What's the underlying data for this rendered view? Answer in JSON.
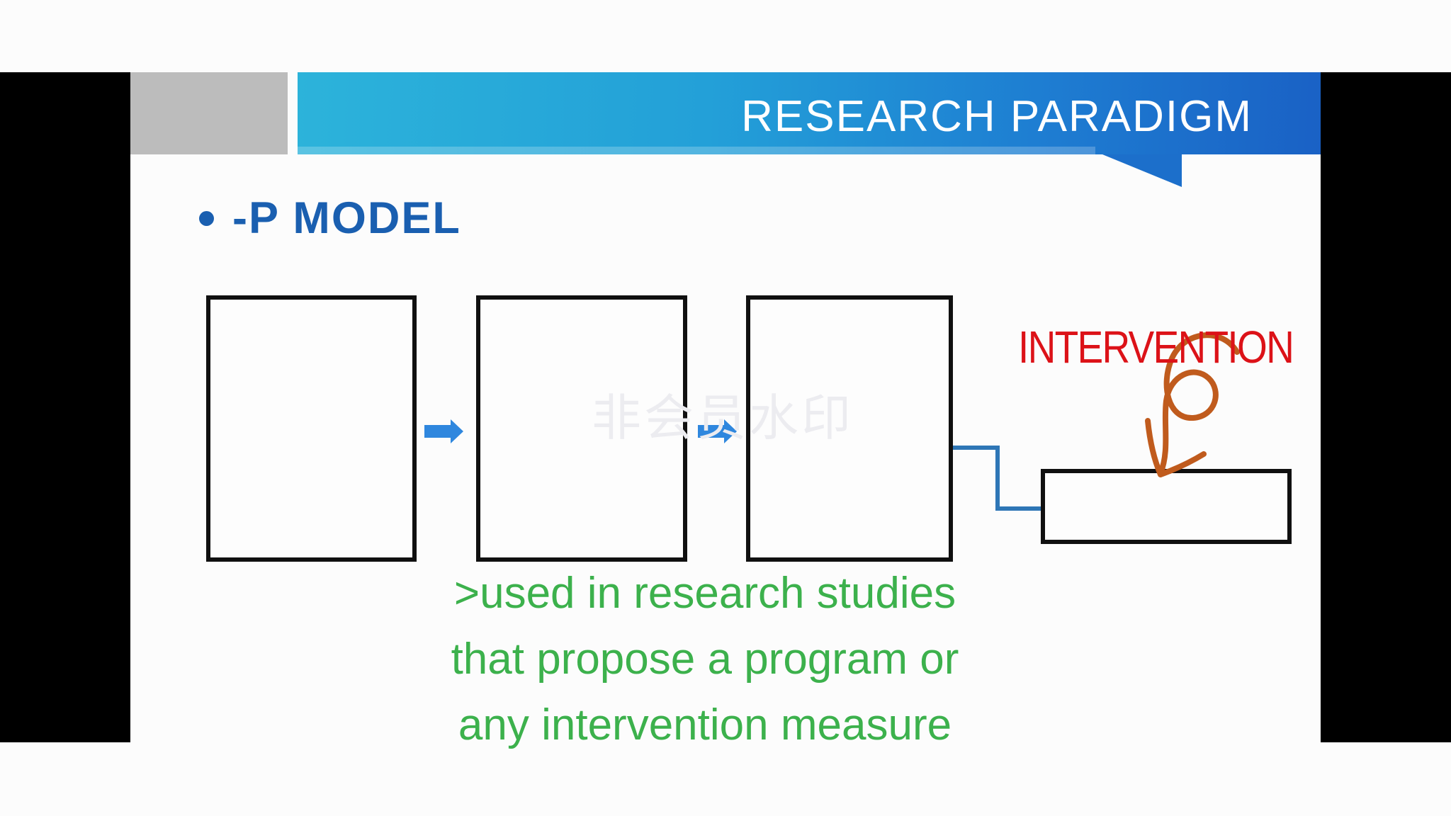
{
  "slide": {
    "title": "RESEARCH PARADIGM",
    "bullet_heading": "-P MODEL",
    "intervention_label": "INTERVENTION",
    "watermark_text": "非会员水印",
    "caption_lines": [
      ">used in research studies",
      "that propose a program or",
      "any intervention measure"
    ]
  },
  "icons": {
    "flow_arrow": "right-block-arrow",
    "annotation_arrow": "hand-drawn-looping-arrow"
  },
  "colors": {
    "slide-bg": "#fcfcfc",
    "letterbox-black": "#000000",
    "banner-start": "#2cb3da",
    "banner-end": "#1a61c5",
    "banner-tail": "#1c6fcb",
    "gray-block": "#bcbcbc",
    "heading-blue": "#1a5fb0",
    "title-white": "#ffffff",
    "box-stroke": "#101010",
    "arrow-blue": "#2f87de",
    "connector-blue": "#2e76b6",
    "intervention-red": "#dc1218",
    "ink-orange": "#c05b1d",
    "caption-green": "#3cb14c",
    "watermark-gray": "#ececf0"
  }
}
